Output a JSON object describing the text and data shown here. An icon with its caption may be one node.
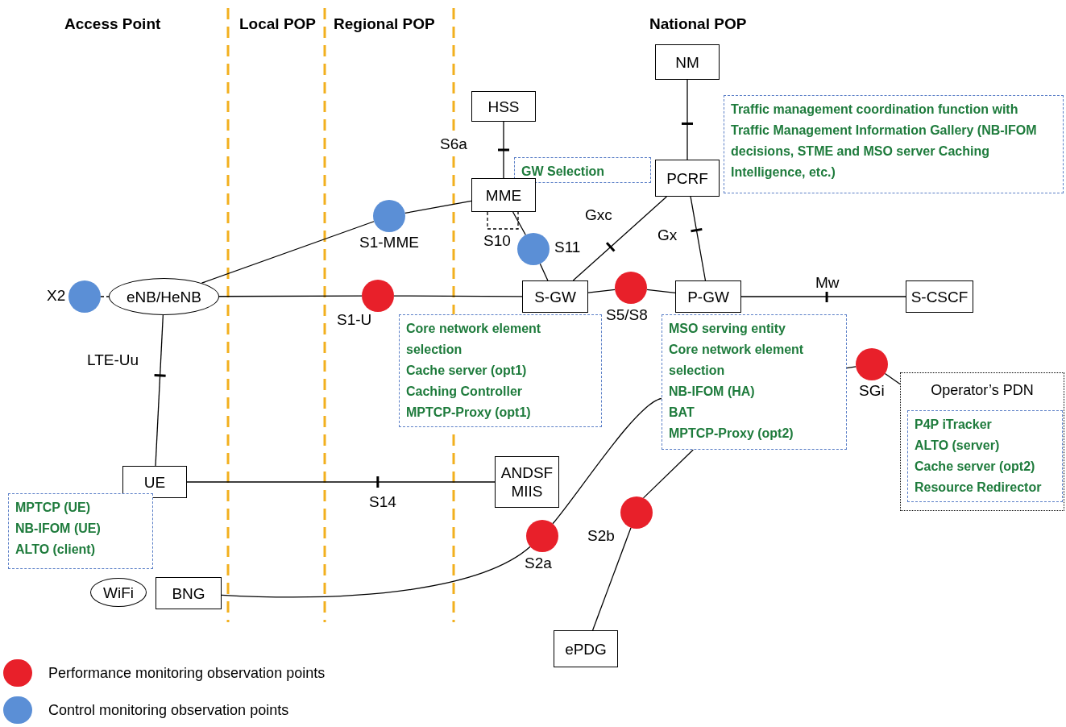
{
  "diagram": {
    "nodes": [
      {
        "text": [
          "HSS"
        ]
      },
      {
        "text": [
          "GW Selection"
        ]
      },
      {
        "text": [
          "MME"
        ]
      },
      {
        "text": [
          "NM"
        ]
      },
      {
        "text": [
          "PCRF"
        ]
      },
      {
        "text": [
          "Traffic management coordination function with Traffic Management Information Gallery (NB-IFOM decisions, STME and MSO server Caching Intelligence, etc.)"
        ]
      },
      {
        "text": [
          "eNB/HeNB"
        ]
      },
      {
        "text": [
          "S-GW"
        ]
      },
      {
        "text": [
          "P-GW"
        ]
      },
      {
        "text": [
          "S-CSCF"
        ]
      },
      {
        "text": [
          "Core network element selection",
          "Cache server (opt1)",
          "Caching Controller",
          "MPTCP-Proxy (opt1)"
        ]
      },
      {
        "text": [
          "MSO serving entity",
          "Core network element selection",
          "NB-IFOM (HA)",
          "BAT",
          "MPTCP-Proxy (opt2)"
        ]
      },
      {
        "text": [
          "Operator’s PDN"
        ]
      },
      {
        "text": [
          "P4P iTracker",
          "ALTO (server)",
          "Cache server (opt2)",
          "Resource  Redirector"
        ],
        "in": 12
      },
      {
        "text": [
          "UE"
        ]
      },
      {
        "text": [
          "MPTCP (UE)",
          "NB-IFOM (UE)",
          "ALTO (client)"
        ]
      },
      {
        "text": [
          "ANDSF MIIS"
        ]
      },
      {
        "text": [
          "WiFi"
        ]
      },
      {
        "text": [
          "BNG"
        ]
      },
      {
        "text": [
          "ePDG"
        ]
      },
      {
        "text": [],
        "shape": "circle",
        "beside": [
          "X2"
        ]
      },
      {
        "text": [],
        "shape": "circle",
        "beside": [
          "S1-MME"
        ]
      },
      {
        "text": [],
        "shape": "circle",
        "beside": [
          "S1-U"
        ]
      },
      {
        "text": [],
        "shape": "circle",
        "beside": [
          "S11"
        ]
      },
      {
        "text": [],
        "shape": "circle",
        "beside": [
          "S5/S8"
        ]
      },
      {
        "text": [],
        "shape": "circle",
        "beside": [
          "SGi"
        ]
      },
      {
        "text": [],
        "shape": "circle",
        "beside": [
          "S2b"
        ]
      },
      {
        "text": [],
        "shape": "circle",
        "beside": [
          "S2a"
        ]
      }
    ],
    "edges": [
      {
        "from": 0,
        "to": 2,
        "arrow": "none",
        "label": "S6a"
      },
      {
        "from": 2,
        "to": 2,
        "arrow": "none",
        "label": "S10",
        "style": "dashed"
      },
      {
        "from": 3,
        "to": 4,
        "arrow": "none"
      },
      {
        "from": 6,
        "to": 21,
        "arrow": "none"
      },
      {
        "from": 21,
        "to": 2,
        "arrow": "none"
      },
      {
        "from": 20,
        "to": 6,
        "arrow": "none",
        "style": "dashed"
      },
      {
        "from": 6,
        "to": 22,
        "arrow": "none"
      },
      {
        "from": 22,
        "to": 7,
        "arrow": "none"
      },
      {
        "from": 2,
        "to": 23,
        "arrow": "none"
      },
      {
        "from": 23,
        "to": 7,
        "arrow": "none"
      },
      {
        "from": 4,
        "to": 7,
        "arrow": "none",
        "label": "Gxc"
      },
      {
        "from": 4,
        "to": 8,
        "arrow": "none",
        "label": "Gx"
      },
      {
        "from": 7,
        "to": 24,
        "arrow": "none"
      },
      {
        "from": 24,
        "to": 8,
        "arrow": "none"
      },
      {
        "from": 8,
        "to": 9,
        "arrow": "none",
        "label": "Mw"
      },
      {
        "from": 11,
        "to": 25,
        "arrow": "none"
      },
      {
        "from": 25,
        "to": 12,
        "arrow": "none"
      },
      {
        "from": 6,
        "to": 14,
        "arrow": "none",
        "label": "LTE-Uu"
      },
      {
        "from": 14,
        "to": 16,
        "arrow": "none",
        "label": "S14"
      },
      {
        "from": 18,
        "to": 27,
        "arrow": "none"
      },
      {
        "from": 27,
        "to": 11,
        "arrow": "none"
      },
      {
        "from": 19,
        "to": 26,
        "arrow": "none"
      },
      {
        "from": 26,
        "to": 11,
        "arrow": "none"
      }
    ],
    "labels": [
      "Access Point",
      "Local POP",
      "Regional POP",
      "National POP"
    ],
    "legend": [
      {
        "text": "Performance monitoring observation points",
        "color": "#e8202a"
      },
      {
        "text": "Control monitoring observation points",
        "color": "#5b8fd6"
      }
    ]
  }
}
